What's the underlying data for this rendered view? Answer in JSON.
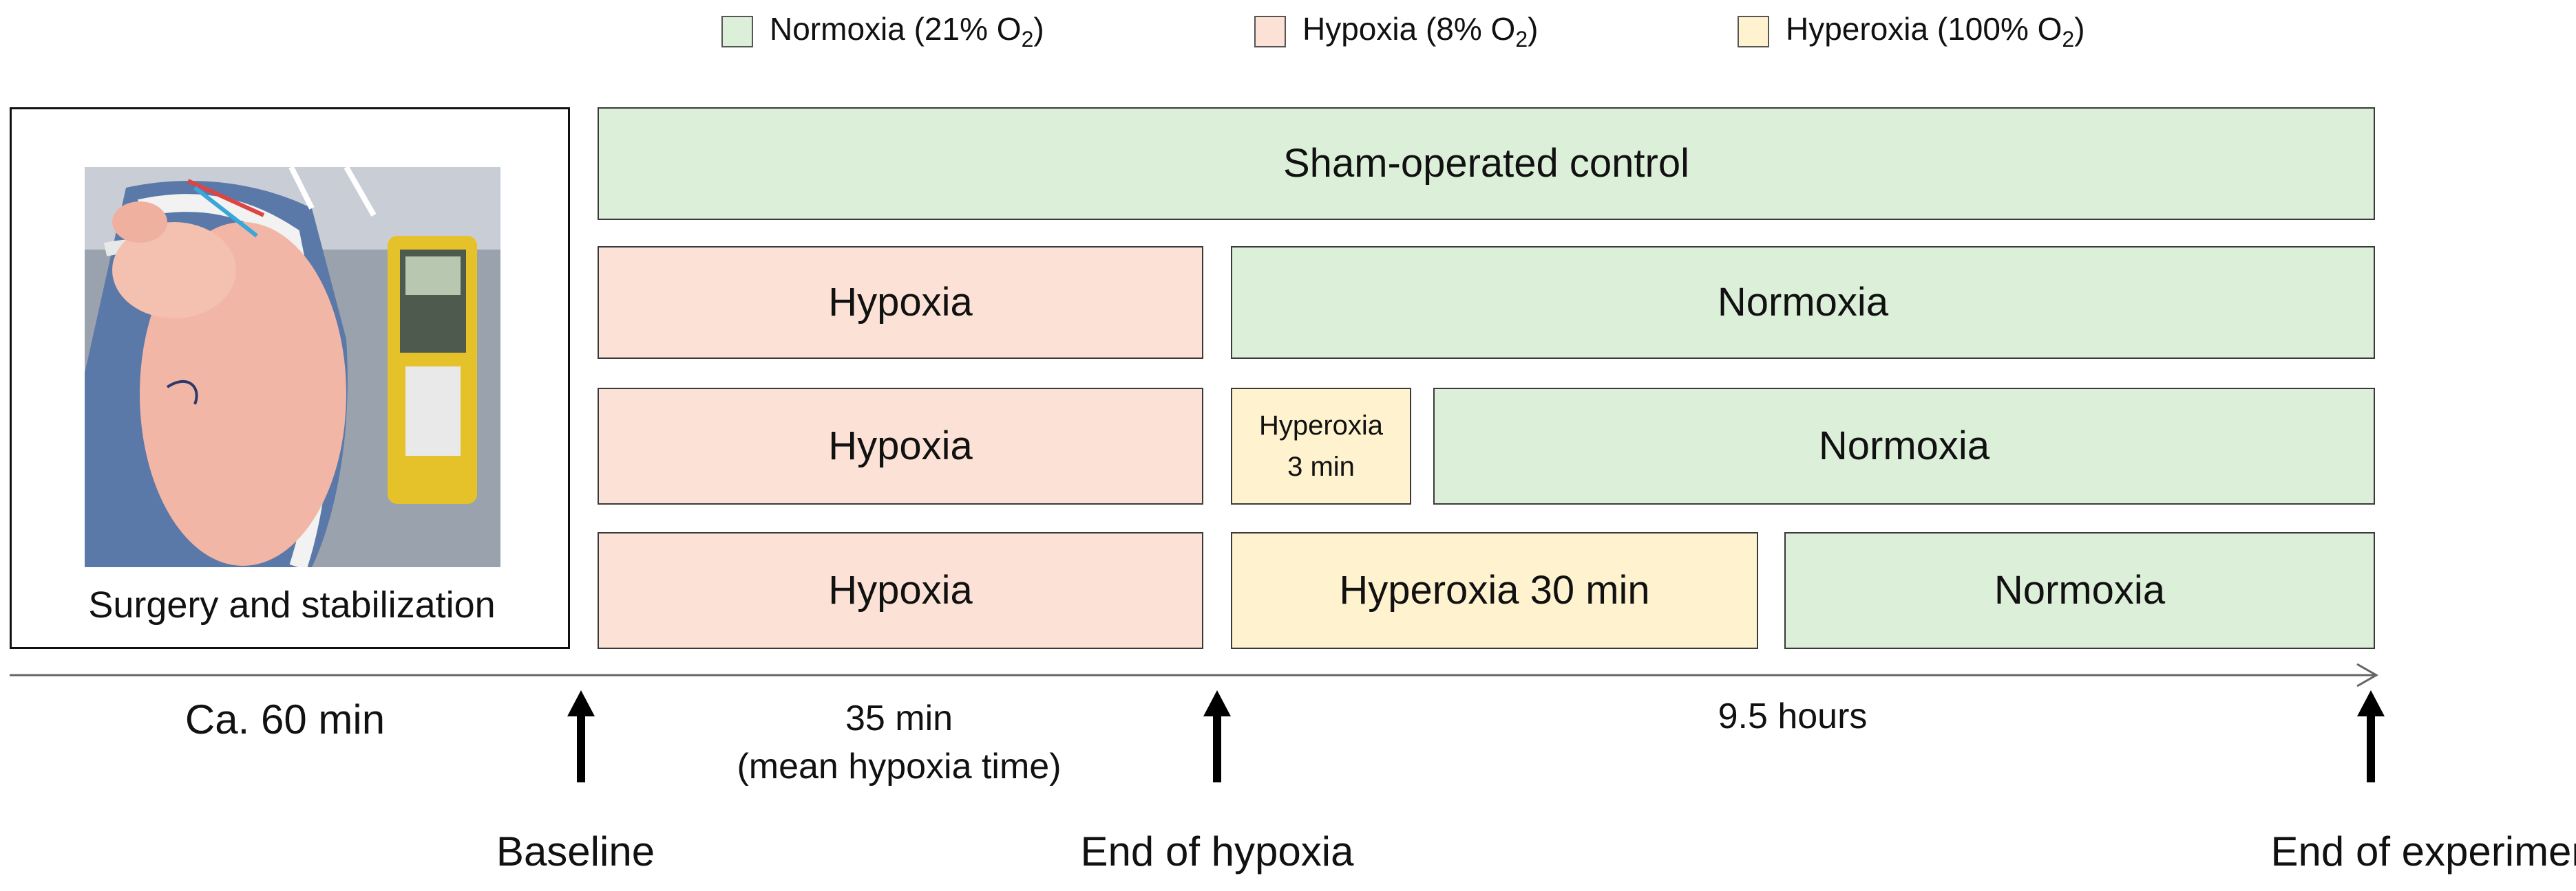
{
  "legend": [
    {
      "label_pre": "Normoxia (21% O",
      "sub": "2",
      "label_post": ")",
      "color": "#dcefd9"
    },
    {
      "label_pre": "Hypoxia (8% O",
      "sub": "2",
      "label_post": ")",
      "color": "#fce2d6"
    },
    {
      "label_pre": "Hyperoxia (100% O",
      "sub": "2",
      "label_post": ")",
      "color": "#fff2cf"
    }
  ],
  "colors": {
    "normoxia": "#dcefd9",
    "hypoxia": "#fce2d6",
    "hyperoxia": "#fff2cf",
    "border": "#3a3a3a"
  },
  "photo_caption": "Surgery and stabilization",
  "rows": {
    "sham": "Sham-operated control",
    "r2": {
      "hypoxia": "Hypoxia",
      "normoxia": "Normoxia"
    },
    "r3": {
      "hypoxia": "Hypoxia",
      "hyperoxia_l1": "Hyperoxia",
      "hyperoxia_l2": "3 min",
      "normoxia": "Normoxia"
    },
    "r4": {
      "hypoxia": "Hypoxia",
      "hyperoxia": "Hyperoxia 30 min",
      "normoxia": "Normoxia"
    }
  },
  "durations": {
    "stabilization": "Ca. 60 min",
    "hypoxia_l1": "35 min",
    "hypoxia_l2": "(mean hypoxia time)",
    "observation": "9.5 hours"
  },
  "markers": {
    "baseline": "Baseline",
    "end_hypoxia": "End of hypoxia",
    "end_experiment": "End of experiment"
  }
}
